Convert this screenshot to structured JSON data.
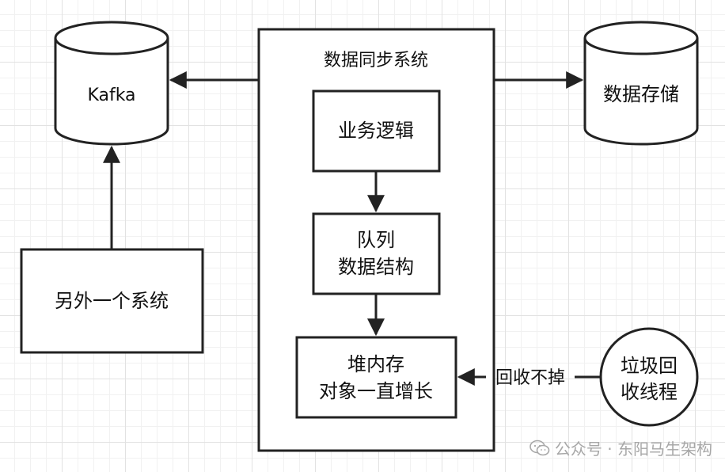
{
  "container": {
    "title": "数据同步系统"
  },
  "nodes": {
    "kafka": "Kafka",
    "storage": "数据存储",
    "other_system": "另外一个系统",
    "business_logic": "业务逻辑",
    "queue_line1": "队列",
    "queue_line2": "数据结构",
    "heap_line1": "堆内存",
    "heap_line2": "对象一直增长",
    "gc_line1": "垃圾回",
    "gc_line2": "收线程"
  },
  "edges": {
    "gc_label": "回收不掉"
  },
  "watermark": {
    "text": "公众号 · 东阳马生架构",
    "icon": "wechat-icon"
  }
}
